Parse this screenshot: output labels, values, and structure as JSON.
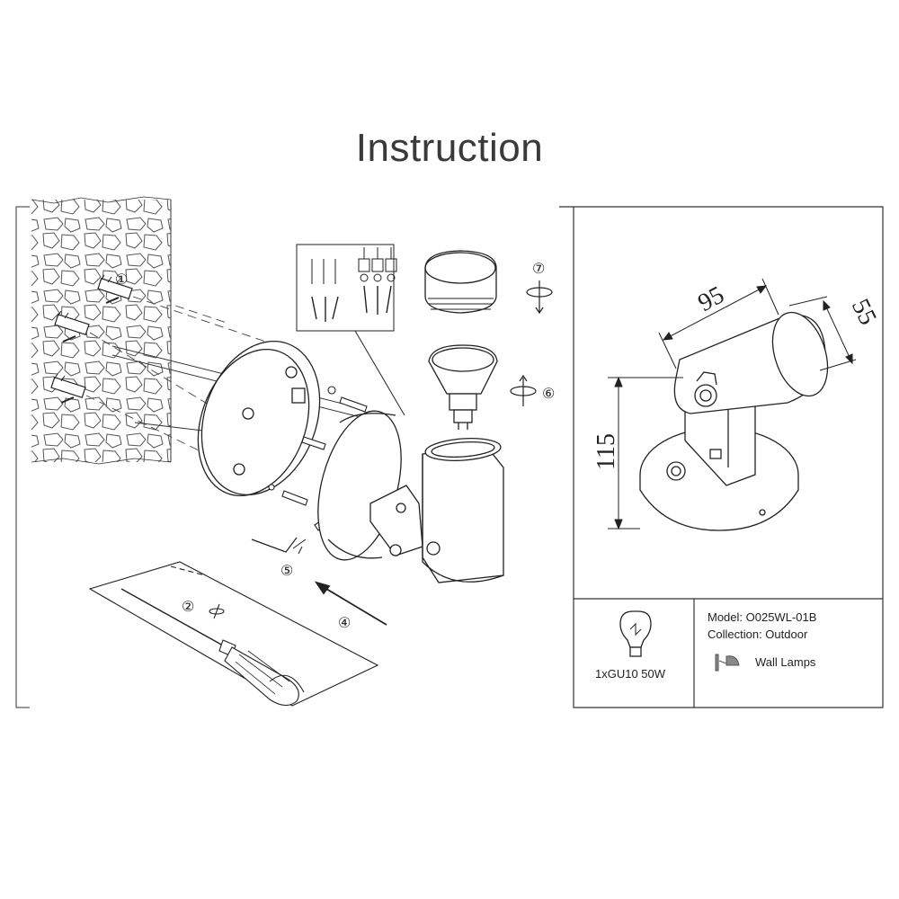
{
  "title": "Instruction",
  "steps": [
    "①",
    "②",
    "④",
    "⑤",
    "⑥",
    "⑦"
  ],
  "dimensions": {
    "length": "95",
    "depth": "55",
    "height": "115"
  },
  "info": {
    "bulb": "1xGU10 50W",
    "model": "Model: O025WL-01B",
    "collection": "Collection: Outdoor",
    "type": "Wall Lamps"
  },
  "icons": [
    "bulb-icon",
    "wall-lamp-icon",
    "rotate-icon",
    "screwdriver-icon",
    "hex-key-icon"
  ]
}
